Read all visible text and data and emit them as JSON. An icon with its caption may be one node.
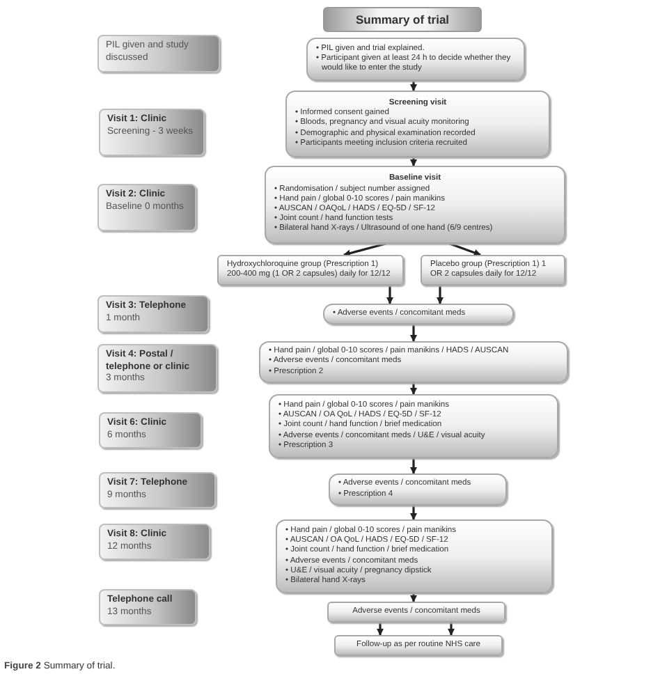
{
  "diagram": {
    "caption": "**Figure 2** Summary of trial.",
    "nodes": [
      {
        "text": [
          "Summary of trial"
        ]
      },
      {
        "text": [
          "PIL given and study discussed"
        ]
      },
      {
        "text": [
          "• PIL given and trial explained.",
          "• Participant given at least 24 h to decide whether they would like to enter the study"
        ]
      },
      {
        "text": [
          "Visit 1: Clinic",
          "Screening - 3 weeks"
        ]
      },
      {
        "text": [
          "Screening visit",
          "• Informed consent gained",
          "• Bloods, pregnancy and visual acuity monitoring",
          "• Demographic and physical examination recorded",
          "• Participants meeting inclusion criteria recruited"
        ]
      },
      {
        "text": [
          "Visit 2: Clinic",
          "Baseline 0 months"
        ]
      },
      {
        "text": [
          "Baseline visit",
          "• Randomisation / subject number assigned",
          "• Hand pain / global 0-10 scores / pain manikins",
          "• AUSCAN / OAQoL / HADS / EQ-5D / SF-12",
          "• Joint count / hand function tests",
          "• Bilateral hand X-rays / Ultrasound of one hand (6/9 centres)"
        ]
      },
      {
        "text": [
          "Hydroxychloroquine group (Prescription 1) 200-400 mg (1 OR 2 capsules) daily for 12/12"
        ]
      },
      {
        "text": [
          "Placebo group (Prescription 1) 1 OR 2 capsules daily for 12/12"
        ]
      },
      {
        "text": [
          "Visit 3: Telephone",
          "1 month"
        ]
      },
      {
        "text": [
          "• Adverse events / concomitant meds"
        ]
      },
      {
        "text": [
          "Visit 4: Postal / telephone or clinic",
          "3 months"
        ]
      },
      {
        "text": [
          "• Hand pain / global 0-10 scores / pain manikins / HADS / AUSCAN",
          "• Adverse events / concomitant meds",
          "• Prescription 2"
        ]
      },
      {
        "text": [
          "Visit 6: Clinic",
          "6 months"
        ]
      },
      {
        "text": [
          "• Hand pain / global 0-10 scores / pain manikins",
          "• AUSCAN / OA QoL / HADS / EQ-5D / SF-12",
          "• Joint count / hand function / brief medication",
          "• Adverse events / concomitant meds / U&E / visual acuity",
          "• Prescription 3"
        ]
      },
      {
        "text": [
          "Visit 7: Telephone",
          "9 months"
        ]
      },
      {
        "text": [
          "• Adverse events / concomitant meds",
          "• Prescription 4"
        ]
      },
      {
        "text": [
          "Visit 8: Clinic",
          "12 months"
        ]
      },
      {
        "text": [
          "• Hand pain / global 0-10 scores / pain manikins",
          "• AUSCAN / OA QoL / HADS / EQ-5D / SF-12",
          "• Joint count / hand function / brief medication",
          "• Adverse events / concomitant meds",
          "• U&E / visual acuity / pregnancy dipstick",
          "• Bilateral hand X-rays"
        ]
      },
      {
        "text": [
          "Telephone call",
          "13 months"
        ]
      },
      {
        "text": [
          "Adverse events / concomitant meds"
        ]
      },
      {
        "text": [
          "Follow-up as per routine NHS care"
        ]
      }
    ],
    "edges": [
      {
        "from": 2,
        "to": 4,
        "arrow": "to"
      },
      {
        "from": 4,
        "to": 6,
        "arrow": "to"
      },
      {
        "from": 6,
        "to": 7,
        "arrow": "to"
      },
      {
        "from": 6,
        "to": 8,
        "arrow": "to"
      },
      {
        "from": 7,
        "to": 10,
        "arrow": "to"
      },
      {
        "from": 8,
        "to": 10,
        "arrow": "to"
      },
      {
        "from": 10,
        "to": 12,
        "arrow": "to"
      },
      {
        "from": 12,
        "to": 14,
        "arrow": "to"
      },
      {
        "from": 14,
        "to": 16,
        "arrow": "to"
      },
      {
        "from": 16,
        "to": 18,
        "arrow": "to"
      },
      {
        "from": 18,
        "to": 20,
        "arrow": "to"
      },
      {
        "from": 20,
        "to": 21,
        "arrow": "to"
      },
      {
        "from": 20,
        "to": 21,
        "arrow": "to"
      }
    ]
  }
}
